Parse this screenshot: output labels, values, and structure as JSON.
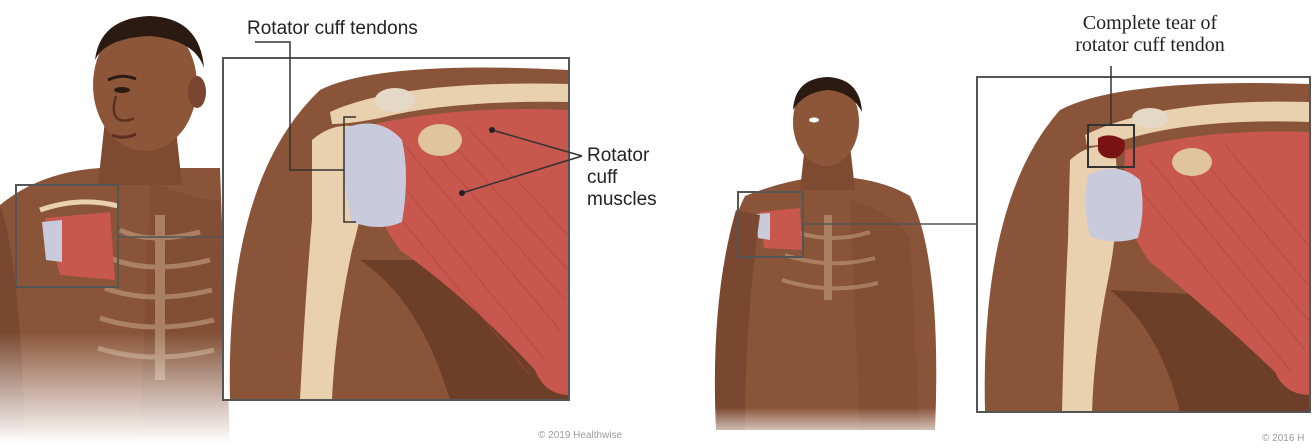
{
  "left_panel": {
    "tendons_label": "Rotator cuff tendons",
    "muscles_label": [
      "Rotator",
      "cuff",
      "muscles"
    ],
    "copyright": "© 2019 Healthwise"
  },
  "right_panel": {
    "tear_label": [
      "Complete tear of",
      "rotator cuff tendon"
    ],
    "copyright": "© 2016 H"
  },
  "colors": {
    "skin": "#8a5438",
    "skin_shadow": "#6e3f28",
    "muscle": "#c8574e",
    "tendon": "#c9cbdc",
    "bone": "#e9d0ae",
    "tear": "#7a1414"
  }
}
